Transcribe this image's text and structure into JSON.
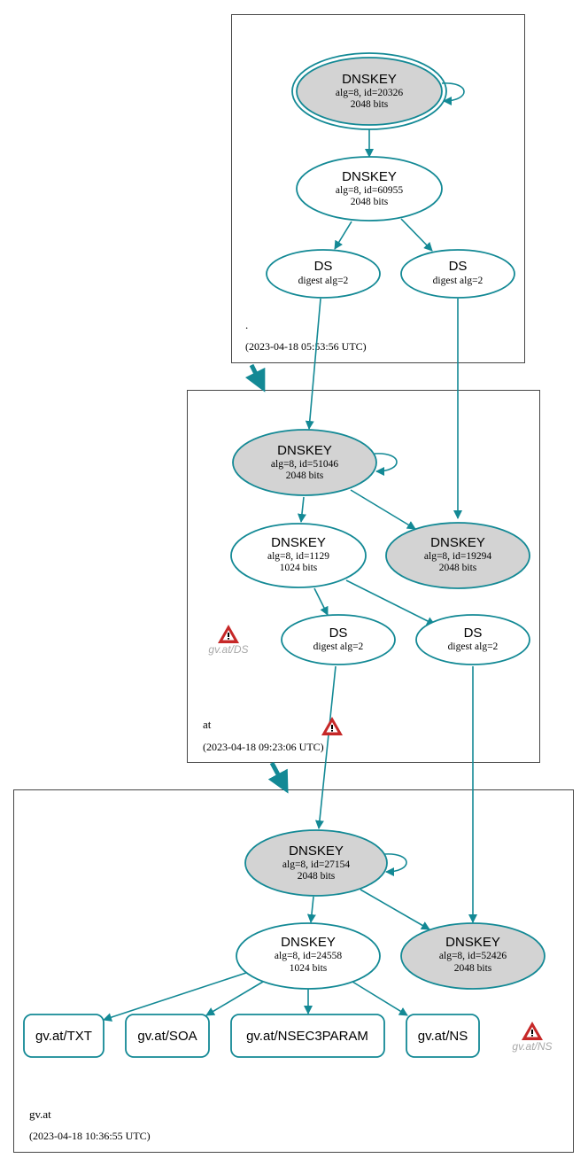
{
  "zones": {
    "root": {
      "name": ".",
      "date": "(2023-04-18 05:53:56 UTC)"
    },
    "at": {
      "name": "at",
      "date": "(2023-04-18 09:23:06 UTC)"
    },
    "gvat": {
      "name": "gv.at",
      "date": "(2023-04-18 10:36:55 UTC)"
    }
  },
  "nodes": {
    "root_ksk": {
      "title": "DNSKEY",
      "line1": "alg=8, id=20326",
      "line2": "2048 bits"
    },
    "root_zsk": {
      "title": "DNSKEY",
      "line1": "alg=8, id=60955",
      "line2": "2048 bits"
    },
    "root_ds1": {
      "title": "DS",
      "line1": "digest alg=2"
    },
    "root_ds2": {
      "title": "DS",
      "line1": "digest alg=2"
    },
    "at_ksk": {
      "title": "DNSKEY",
      "line1": "alg=8, id=51046",
      "line2": "2048 bits"
    },
    "at_zsk": {
      "title": "DNSKEY",
      "line1": "alg=8, id=1129",
      "line2": "1024 bits"
    },
    "at_ksk2": {
      "title": "DNSKEY",
      "line1": "alg=8, id=19294",
      "line2": "2048 bits"
    },
    "at_ds1": {
      "title": "DS",
      "line1": "digest alg=2"
    },
    "at_ds2": {
      "title": "DS",
      "line1": "digest alg=2"
    },
    "gv_ksk": {
      "title": "DNSKEY",
      "line1": "alg=8, id=27154",
      "line2": "2048 bits"
    },
    "gv_zsk": {
      "title": "DNSKEY",
      "line1": "alg=8, id=24558",
      "line2": "1024 bits"
    },
    "gv_ksk2": {
      "title": "DNSKEY",
      "line1": "alg=8, id=52426",
      "line2": "2048 bits"
    }
  },
  "rrsets": {
    "txt": "gv.at/TXT",
    "soa": "gv.at/SOA",
    "nsec3param": "gv.at/NSEC3PARAM",
    "ns": "gv.at/NS"
  },
  "warnings": {
    "at_ds": "gv.at/DS",
    "gv_ns": "gv.at/NS"
  },
  "colors": {
    "edge": "#138995",
    "secure_entry_fill": "#d3d3d3",
    "warning_red": "#c62828"
  },
  "icons": [
    "warning-icon"
  ]
}
